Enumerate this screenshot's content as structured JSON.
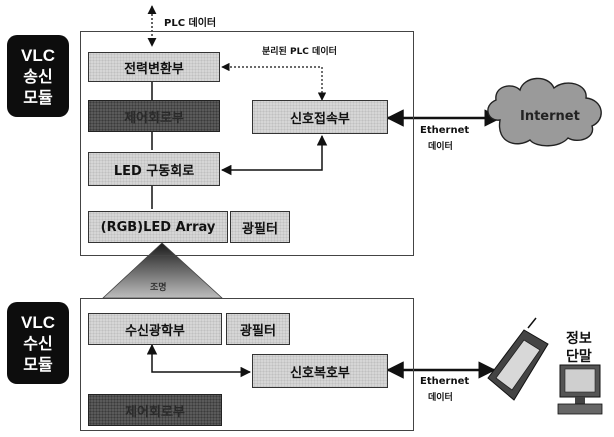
{
  "transmit_module": {
    "badge": {
      "line1": "VLC",
      "line2": "송신",
      "line3": "모듈"
    },
    "power_converter": "전력변환부",
    "control_circuit": "제어회로부",
    "signal_interface": "신호접속부",
    "led_driver": "LED 구동회로",
    "led_array": "(RGB)LED Array",
    "optical_filter": "광필터"
  },
  "receive_module": {
    "badge": {
      "line1": "VLC",
      "line2": "수신",
      "line3": "모듈"
    },
    "optical_receiver": "수신광학부",
    "optical_filter": "광필터",
    "signal_decoder": "신호복호부",
    "control_circuit": "제어회로부"
  },
  "labels": {
    "plc_data": "PLC 데이터",
    "separated_plc_data": "분리된 PLC 데이터",
    "ethernet_top_1": "Ethernet",
    "ethernet_top_2": "데이터",
    "ethernet_bottom_1": "Ethernet",
    "ethernet_bottom_2": "데이터",
    "internet": "Internet",
    "light_beam": "조명",
    "info_terminal_1": "정보",
    "info_terminal_2": "단말"
  },
  "colors": {
    "badge": "#0d0d0d",
    "block_light": "#d6d6d6",
    "block_dark": "#5a5a5a",
    "line": "#111111"
  }
}
